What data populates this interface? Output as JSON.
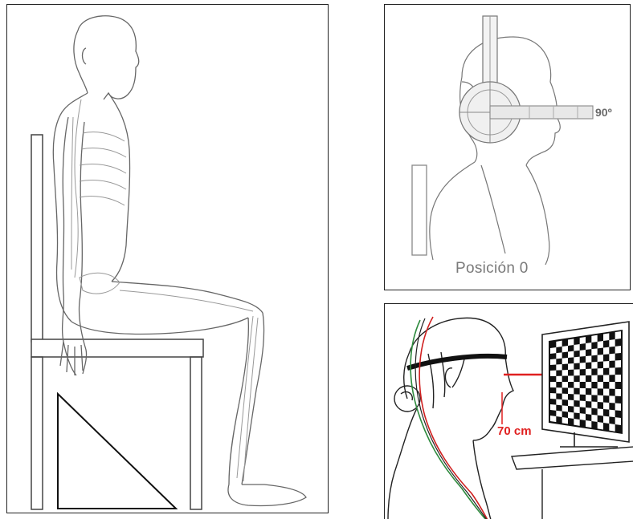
{
  "panels": {
    "sitting_posture": {},
    "head_position": {
      "angle_label": "90º",
      "position_label": "Posición 0"
    },
    "viewing_distance": {
      "distance_label": "70 cm"
    }
  },
  "colors": {
    "outline": "#222222",
    "sketch": "#555555",
    "accent_red": "#e02020",
    "wire_green": "#2e8b3e",
    "label_gray": "#7a7a7a"
  }
}
